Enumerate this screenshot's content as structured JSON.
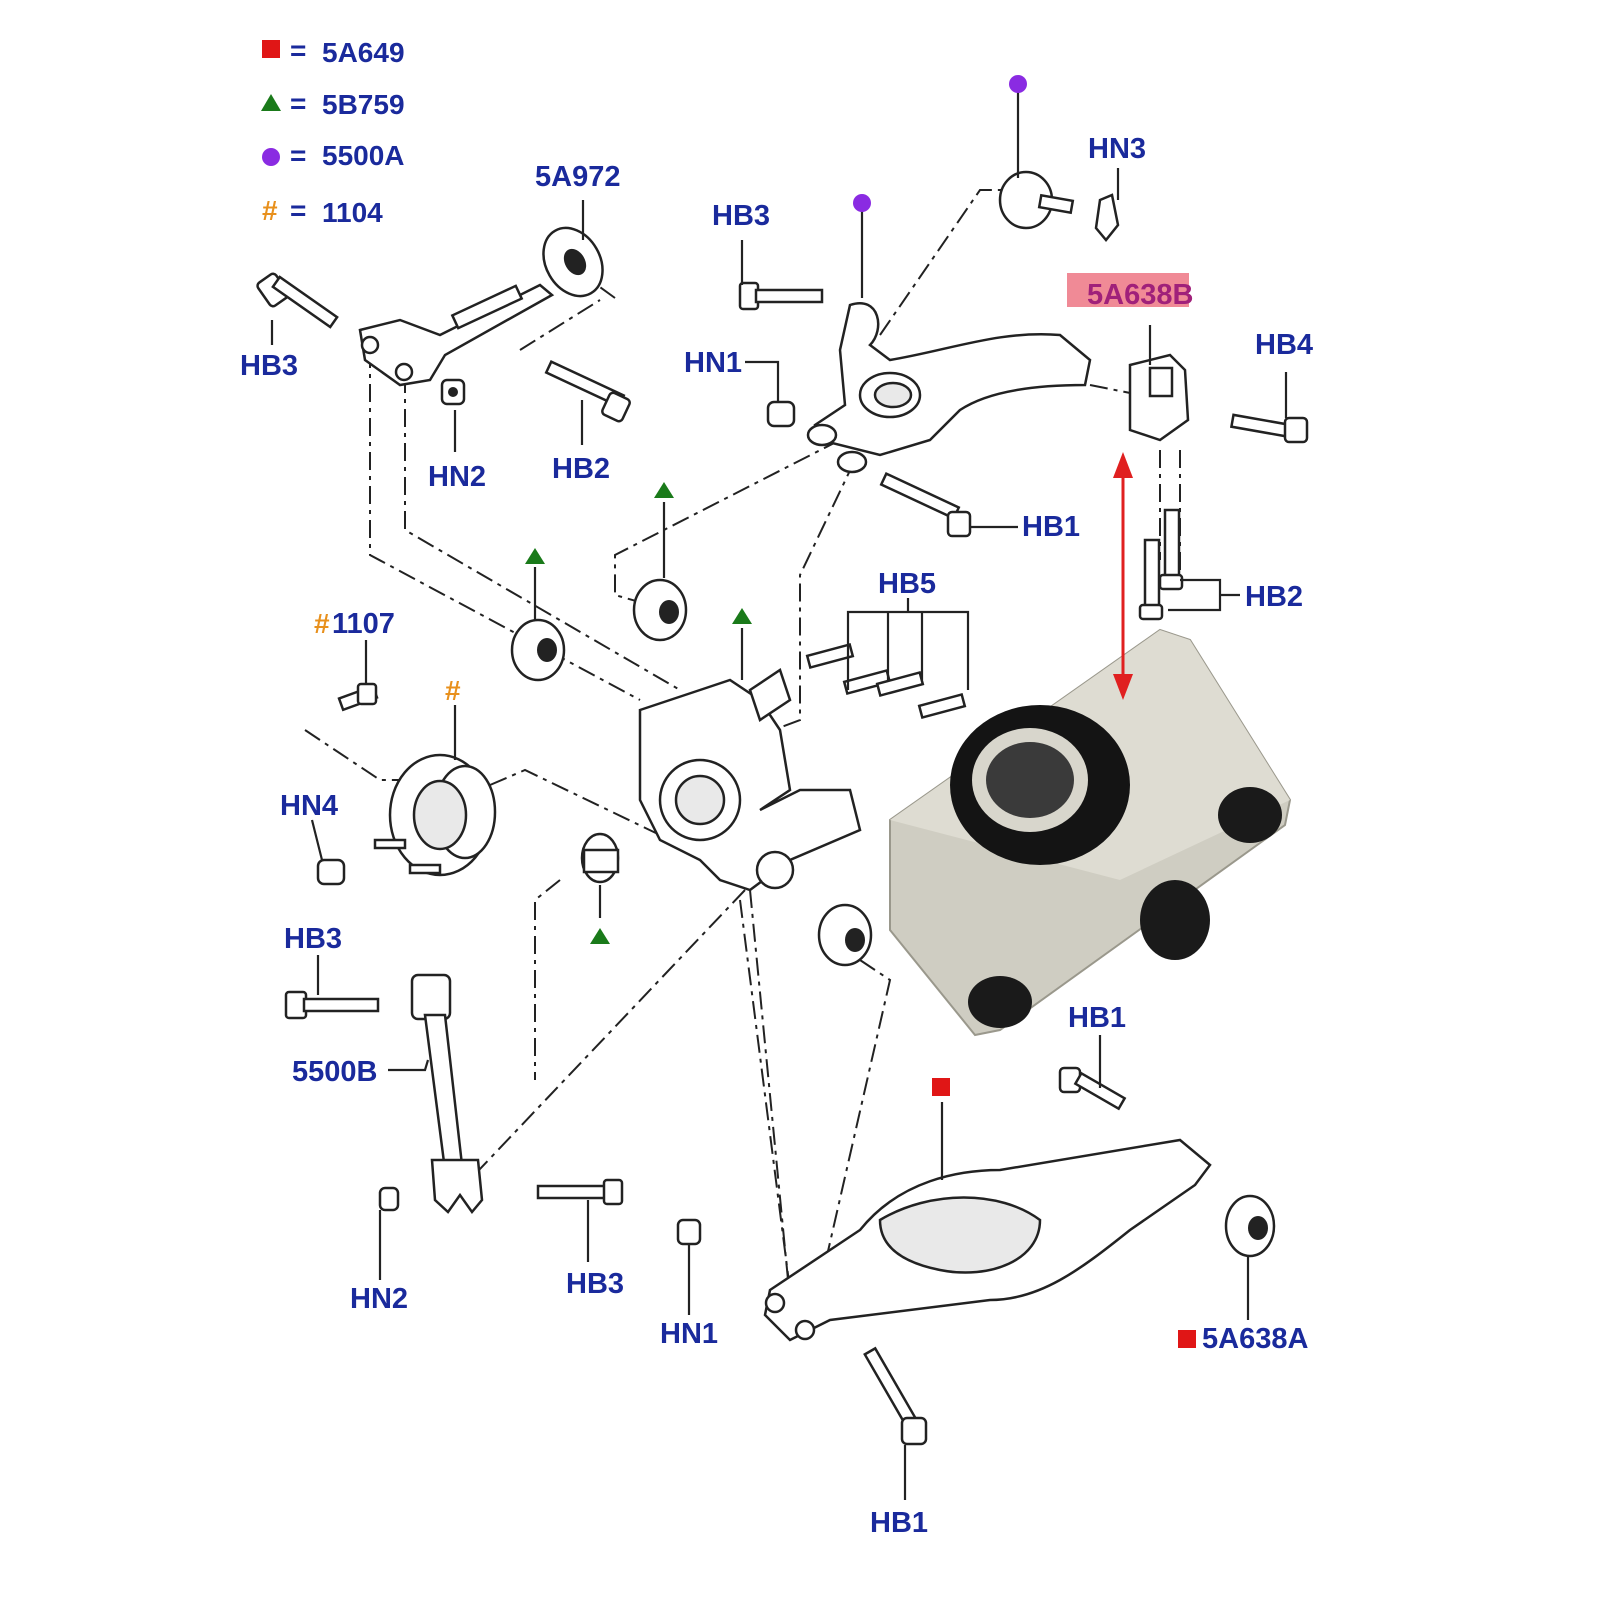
{
  "legend": [
    {
      "symbol": "red-square",
      "color": "#e01616",
      "eq": "=",
      "code": "5A649"
    },
    {
      "symbol": "green-triangle",
      "color": "#1a7a1a",
      "eq": "=",
      "code": "5B759"
    },
    {
      "symbol": "purple-circle",
      "color": "#8a2be2",
      "eq": "=",
      "code": "5500A"
    },
    {
      "symbol": "orange-hash",
      "color": "#e8901c",
      "glyph": "#",
      "eq": "=",
      "code": "1104"
    }
  ],
  "labels": {
    "top_arm_link": "5A972",
    "hb3_top_left": "HB3",
    "hn2_top": "HN2",
    "hb2_top": "HB2",
    "hb3_upper_center": "HB3",
    "hn3": "HN3",
    "hn1_upper": "HN1",
    "upper_arm_bushing": "5A638B",
    "hb4": "HB4",
    "hb1_upper": "HB1",
    "hb2_right": "HB2",
    "hb5": "HB5",
    "part_1107": "1107",
    "hn4": "HN4",
    "hb3_left": "HB3",
    "toe_link": "5500B",
    "hn2_bottom": "HN2",
    "hb3_bottom": "HB3",
    "hn1_lower": "HN1",
    "hb1_lower_arm": "HB1",
    "lower_arm_bushing": "5A638A",
    "hb1_bottom": "HB1"
  },
  "hash_glyph": "#",
  "colors": {
    "label_blue": "#1a2a9c",
    "red_marker": "#e01616",
    "green_marker": "#1a7a1a",
    "purple_marker": "#8a2be2",
    "orange_marker": "#e8901c",
    "highlight_pink": "#f08a96",
    "arrow_red": "#e02020",
    "bushing_housing": "#cfcdc2"
  }
}
